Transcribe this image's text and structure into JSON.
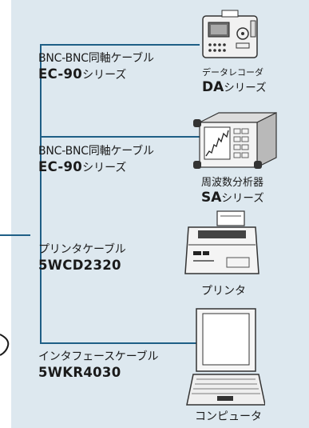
{
  "colors": {
    "panel_bg": "#dde8ef",
    "line": "#1f5f86"
  },
  "connections": [
    {
      "cable_name": "BNC-BNC同軸ケーブル",
      "cable_code": "EC-90",
      "cable_suffix": "シリーズ",
      "device_sublabel": "データレコーダ",
      "device_bold": "DA",
      "device_suffix": "シリーズ",
      "device_icon": "data-recorder-icon"
    },
    {
      "cable_name": "BNC-BNC同軸ケーブル",
      "cable_code": "EC-90",
      "cable_suffix": "シリーズ",
      "device_sublabel": "周波数分析器",
      "device_bold": "SA",
      "device_suffix": "シリーズ",
      "device_icon": "frequency-analyzer-icon"
    },
    {
      "cable_name": "プリンタケーブル",
      "cable_code": "5WCD2320",
      "device_label": "プリンタ",
      "device_icon": "printer-icon"
    },
    {
      "cable_name": "インタフェースケーブル",
      "cable_code": "5WKR4030",
      "device_label": "コンピュータ",
      "device_icon": "laptop-icon"
    }
  ]
}
